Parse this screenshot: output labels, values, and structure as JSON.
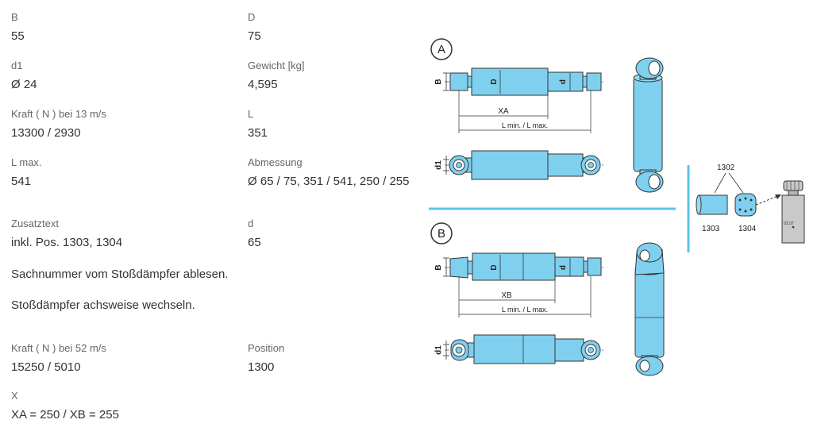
{
  "specs": {
    "b": {
      "label": "B",
      "value": "55"
    },
    "d_upper": {
      "label": "D",
      "value": "75"
    },
    "d1": {
      "label": "d1",
      "value": "Ø 24"
    },
    "gewicht": {
      "label": "Gewicht [kg]",
      "value": "4,595"
    },
    "kraft13": {
      "label": "Kraft ( N ) bei 13 m/s",
      "value": "13300 / 2930"
    },
    "l": {
      "label": "L",
      "value": "351"
    },
    "lmax": {
      "label": "L max.",
      "value": "541"
    },
    "abmessung": {
      "label": "Abmessung",
      "value": "Ø 65 / 75, 351 / 541, 250 / 255"
    },
    "zusatztext": {
      "label": "Zusatztext",
      "value": "inkl. Pos. 1303, 1304"
    },
    "d_lower": {
      "label": "d",
      "value": "65"
    },
    "kraft52": {
      "label": "Kraft ( N ) bei 52 m/s",
      "value": "15250 / 5010"
    },
    "position": {
      "label": "Position",
      "value": "1300"
    },
    "x": {
      "label": "X",
      "value": "XA = 250 / XB = 255"
    }
  },
  "notes": {
    "note1": "Sachnummer vom Stoßdämpfer ablesen.",
    "note2": "Stoßdämpfer achsweise wechseln."
  },
  "drawing": {
    "variant_a": "A",
    "variant_b": "B",
    "dim_b": "B",
    "dim_D": "D",
    "dim_d": "d",
    "dim_d1": "d1",
    "dim_xa": "XA",
    "dim_xb": "XB",
    "dim_l": "L min. / L max.",
    "part_1302": "1302",
    "part_1303": "1303",
    "part_1304": "1304",
    "tag_text": "02.07"
  },
  "colors": {
    "part_fill": "#7fd0ee",
    "part_stroke": "#333333",
    "divider": "#5cc3ea"
  }
}
